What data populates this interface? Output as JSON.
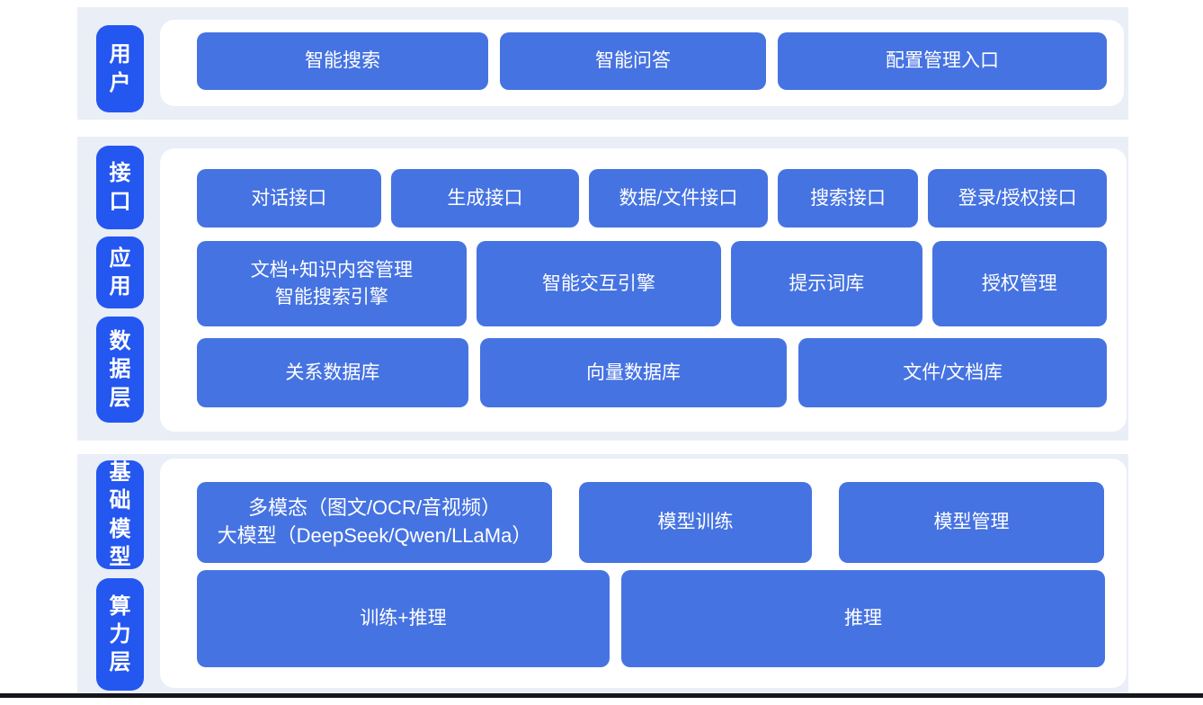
{
  "colors": {
    "layer_pill": "#2456f0",
    "box": "#4673e2",
    "section_bg": "#e9eef7",
    "panel_bg": "#ffffff",
    "bottom_bar": "#14161b",
    "text": "#ffffff"
  },
  "sections": {
    "user": {
      "label": "用户",
      "rows": {
        "entries": {
          "boxes": {
            "search": "智能搜索",
            "qa": "智能问答",
            "config": "配置管理入口"
          }
        }
      }
    },
    "middle": {
      "labels": {
        "api": "接口",
        "app": "应用",
        "data": "数据层"
      },
      "rows": {
        "api": {
          "dialog": "对话接口",
          "generate": "生成接口",
          "datafile": "数据/文件接口",
          "search": "搜索接口",
          "auth": "登录/授权接口"
        },
        "app": {
          "docs_line1": "文档+知识内容管理",
          "docs_line2": "智能搜索引擎",
          "interact": "智能交互引擎",
          "prompt": "提示词库",
          "authmgmt": "授权管理"
        },
        "data": {
          "relational": "关系数据库",
          "vector": "向量数据库",
          "filedoc": "文件/文档库"
        }
      }
    },
    "foundation": {
      "labels": {
        "model": "基础模型",
        "compute": "算力层"
      },
      "rows": {
        "model": {
          "multimodal_line1": "多模态（图文/OCR/音视频）",
          "multimodal_line2": "大模型（DeepSeek/Qwen/LLaMa）",
          "training": "模型训练",
          "management": "模型管理"
        },
        "compute": {
          "train_infer": "训练+推理",
          "infer": "推理"
        }
      }
    }
  }
}
